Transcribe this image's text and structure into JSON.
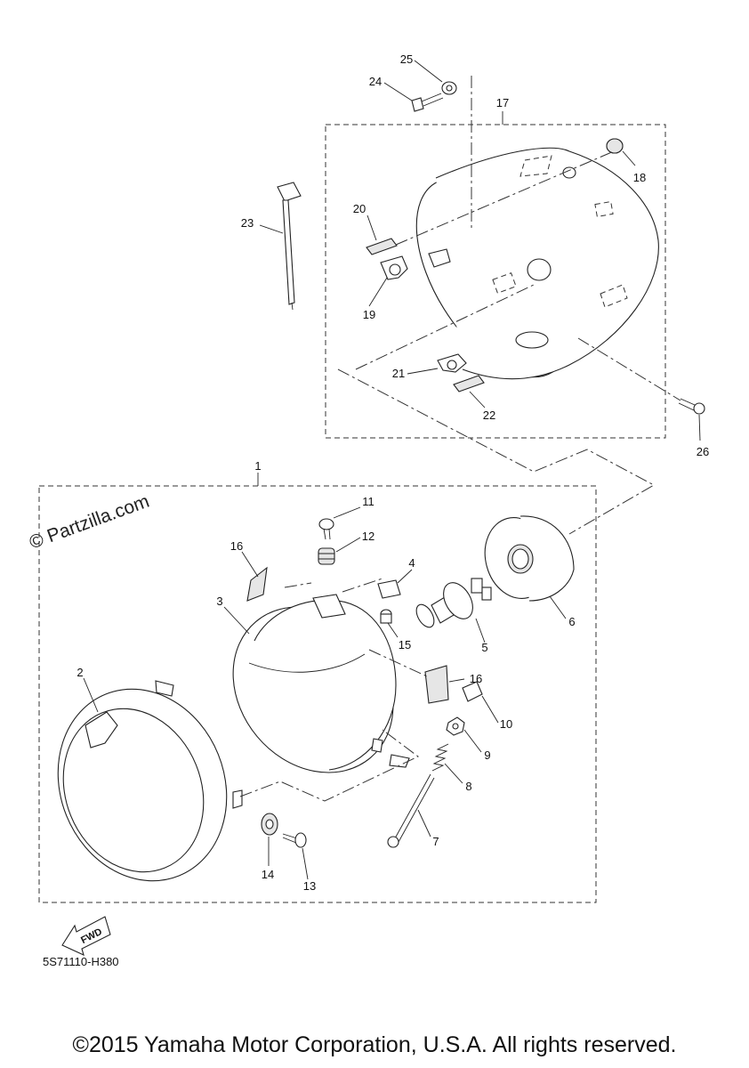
{
  "watermark": "© Partzilla.com",
  "diagram_code": "5S71110-H380",
  "copyright": "©2015 Yamaha Motor Corporation, U.S.A. All rights reserved.",
  "fwd_label": "FWD",
  "callouts": [
    "1",
    "2",
    "3",
    "4",
    "5",
    "6",
    "7",
    "8",
    "9",
    "10",
    "11",
    "12",
    "13",
    "14",
    "15",
    "16",
    "16",
    "17",
    "18",
    "19",
    "20",
    "21",
    "22",
    "23",
    "24",
    "25",
    "26"
  ]
}
